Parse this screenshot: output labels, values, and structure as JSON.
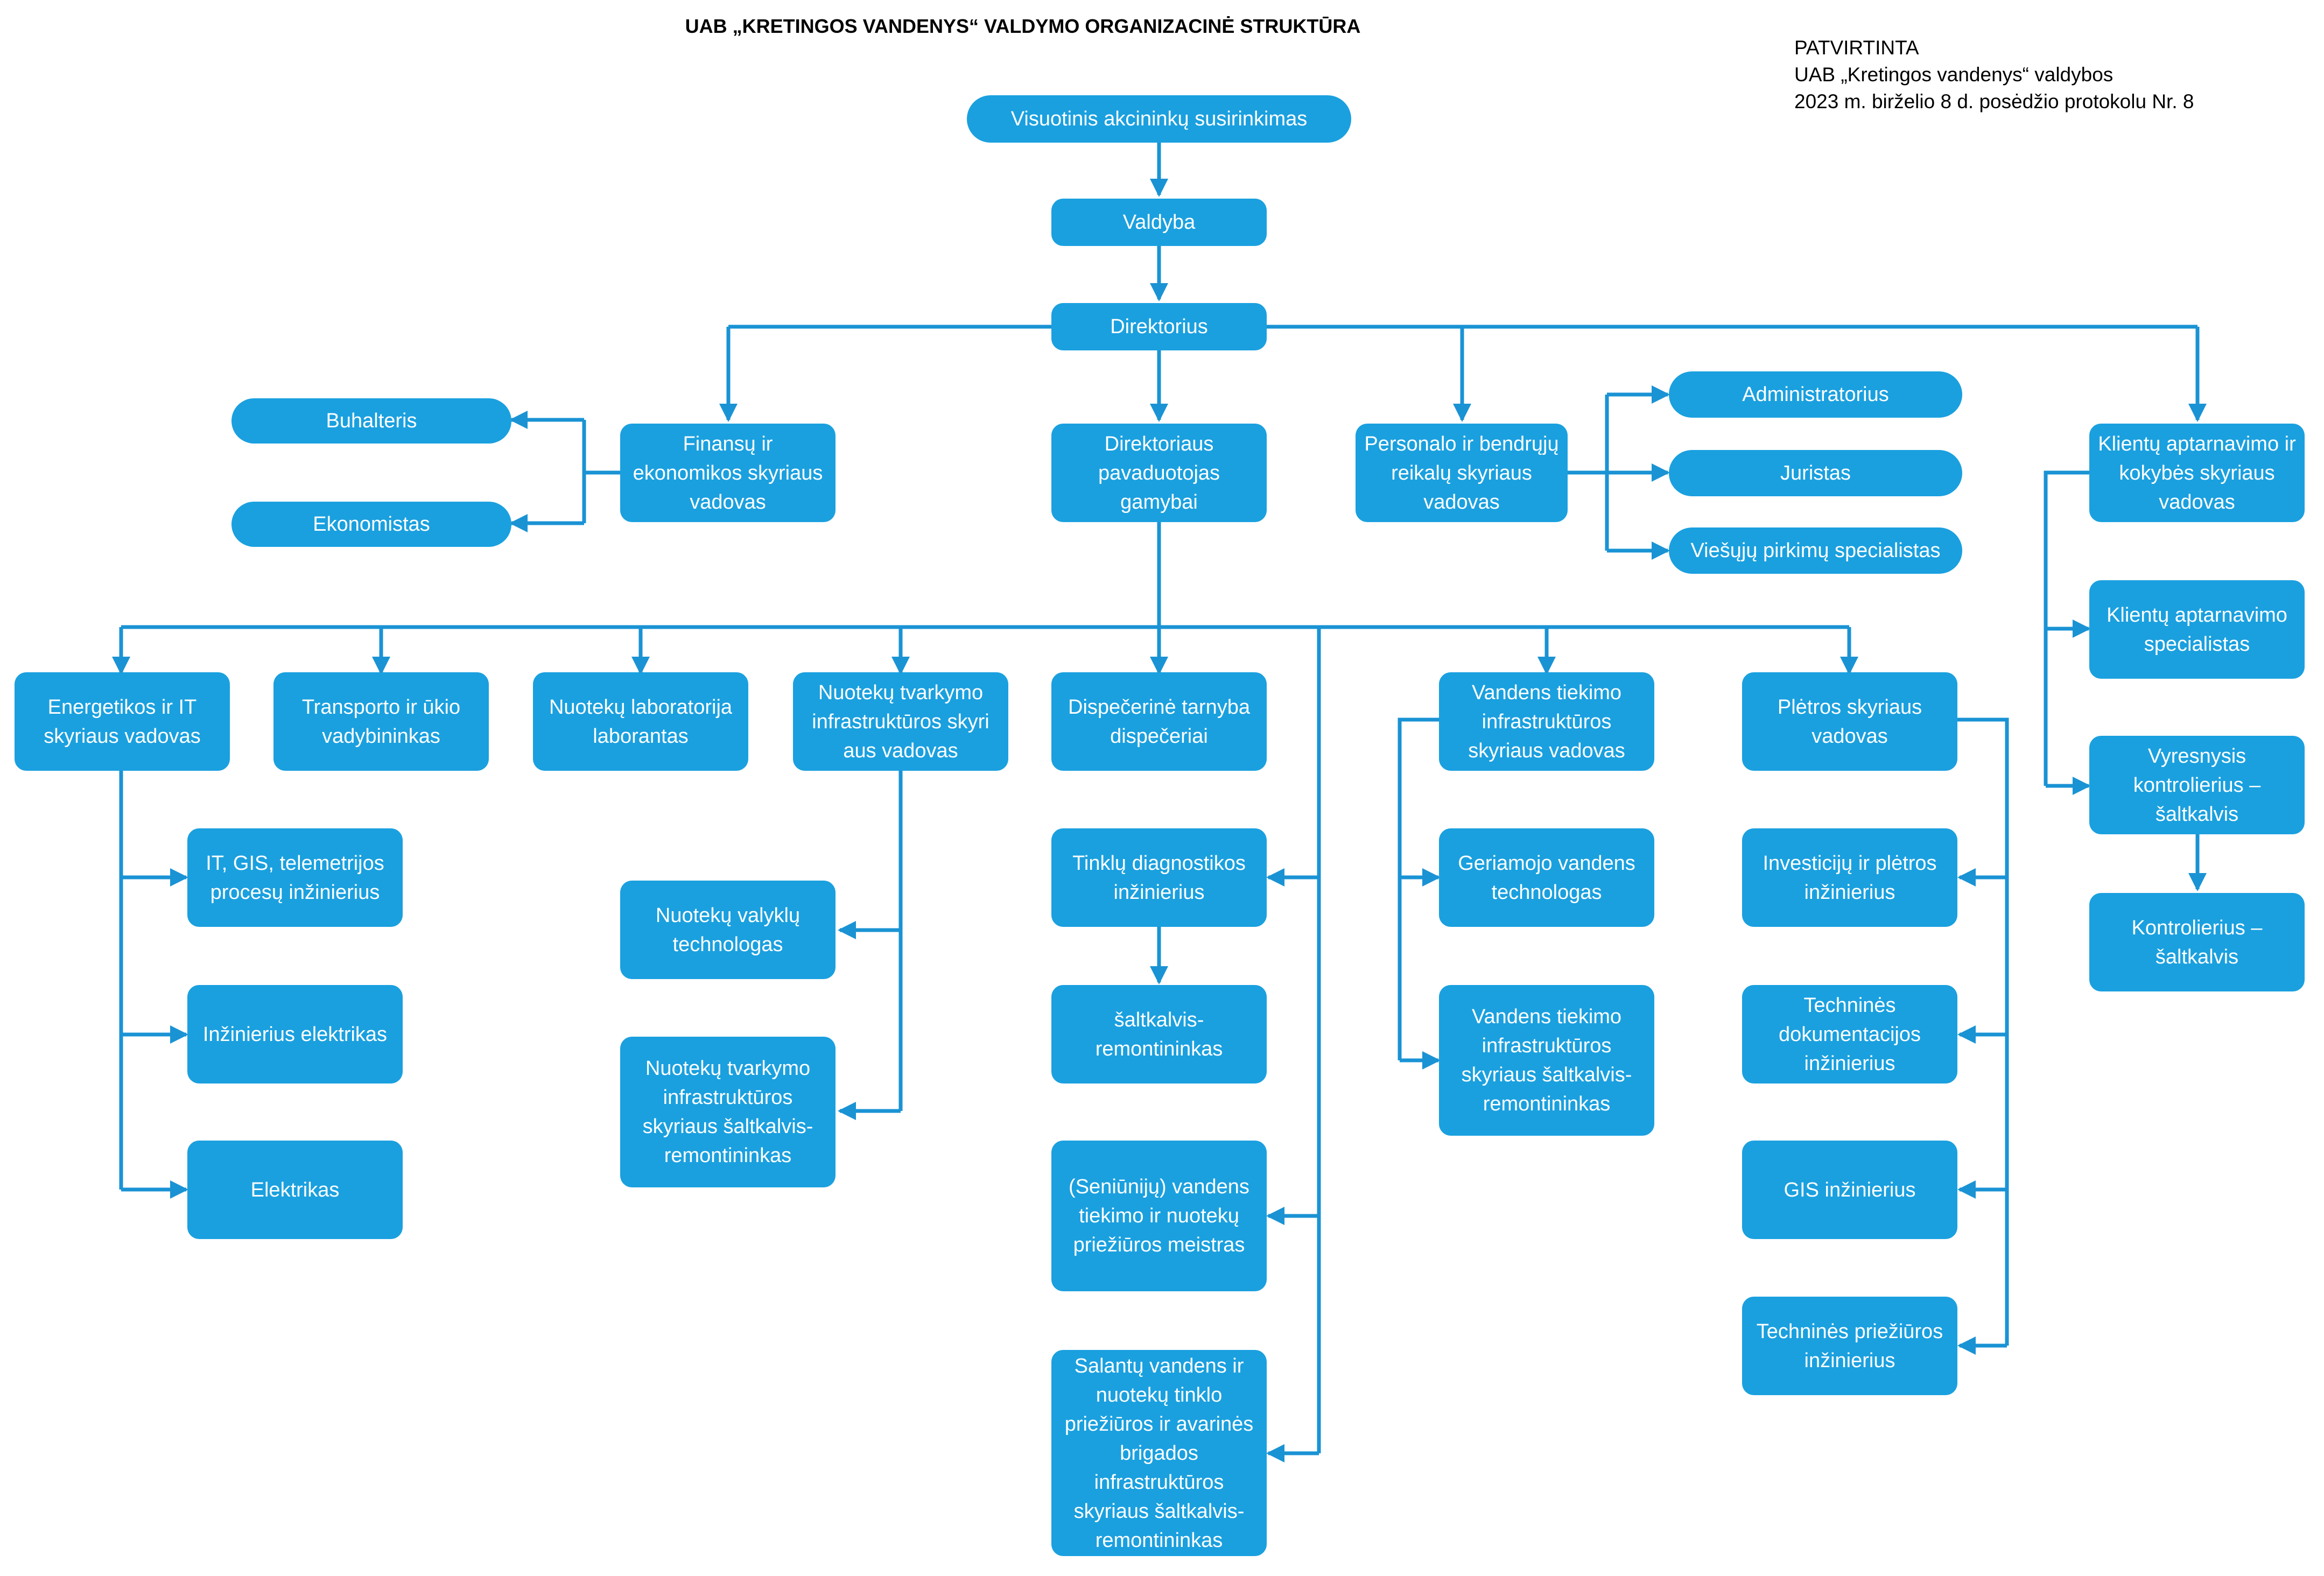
{
  "header": {
    "title": "UAB „KRETINGOS VANDENYS“ VALDYMO ORGANIZACINĖ STRUKTŪRA",
    "approval": [
      "PATVIRTINTA",
      "UAB „Kretingos vandenys“ valdybos",
      "2023 m. birželio 8 d.  posėdžio protokolu Nr. 8"
    ]
  },
  "nodes": {
    "shareholders": "Visuotinis akcininkų susirinkimas",
    "board": "Valdyba",
    "director": "Direktorius",
    "accountant": "Buhalteris",
    "economist": "Ekonomistas",
    "finance_head": "Finansų ir ekonomikos skyriaus vadovas",
    "deputy_director": "Direktoriaus pavaduotojas gamybai",
    "personnel_head": "Personalo ir bendrųjų reikalų skyriaus vadovas",
    "administrator": "Administratorius",
    "lawyer": "Juristas",
    "procurement": "Viešųjų pirkimų specialistas",
    "customer_head": "Klientų aptarnavimo ir kokybės skyriaus vadovas",
    "customer_specialist": "Klientų aptarnavimo specialistas",
    "senior_inspector": "Vyresnysis kontrolierius – šaltkalvis",
    "inspector": "Kontrolierius – šaltkalvis",
    "energy_it_head": "Energetikos ir IT skyriaus vadovas",
    "transport": "Transporto ir ūkio vadybininkas",
    "wastewater_lab": "Nuotekų laboratorija laborantas",
    "wastewater_infra_head": "Nuotekų tvarkymo infrastruktūros skyri aus vadovas",
    "dispatch": "Dispečerinė tarnyba dispečeriai",
    "water_supply_head": "Vandens tiekimo infrastruktūros skyriaus vadovas",
    "development_head": "Plėtros skyriaus vadovas",
    "it_gis_engineer": "IT, GIS, telemetrijos procesų inžinierius",
    "electrical_engineer": "Inžinierius elektrikas",
    "electrician": "Elektrikas",
    "treatment_technologist": "Nuotekų valyklų technologas",
    "wastewater_locksmith": "Nuotekų tvarkymo infrastruktūros skyriaus šaltkalvis-remontininkas",
    "network_diag": "Tinklų diagnostikos inžinierius",
    "locksmith_repair": "šaltkalvis-remontininkas",
    "elder_master": "(Seniūnijų) vandens tiekimo ir nuotekų priežiūros meistras",
    "salantai_brigade": "Salantų vandens ir nuotekų tinklo priežiūros ir avarinės brigados infrastruktūros skyriaus šaltkalvis-remontininkas",
    "drinking_water_tech": "Geriamojo vandens technologas",
    "water_supply_locksmith": "Vandens tiekimo infrastruktūros skyriaus šaltkalvis-remontininkas",
    "investment_engineer": "Investicijų ir plėtros inžinierius",
    "tech_docs_engineer": "Techninės dokumentacijos inžinierius",
    "gis_engineer": "GIS inžinierius",
    "maintenance_engineer": "Techninės priežiūros inžinierius"
  },
  "colors": {
    "box": "#1aa0df",
    "line": "#1a93d4",
    "text": "#ffffff"
  }
}
